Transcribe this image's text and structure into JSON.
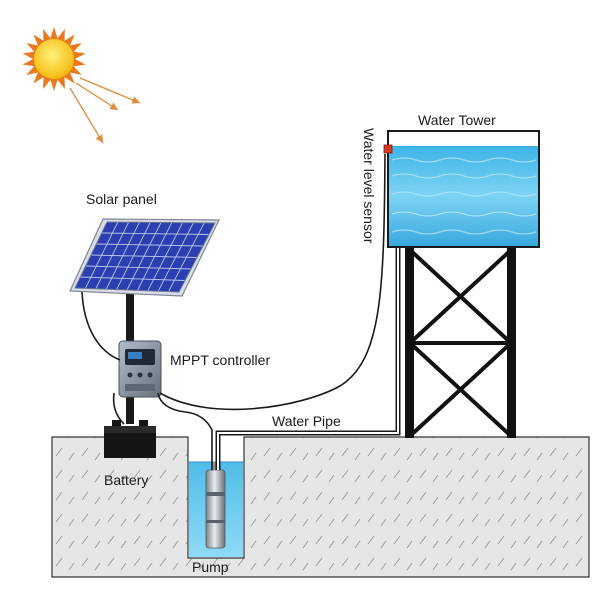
{
  "labels": {
    "solar_panel": "Solar panel",
    "mppt_controller": "MPPT controller",
    "battery": "Battery",
    "water_pipe": "Water Pipe",
    "water_tower": "Water Tower",
    "water_level_sensor": "Water level sensor",
    "pump": "Pump"
  },
  "colors": {
    "sun": "#f7c21a",
    "sun_rays": "#e97a1d",
    "sunlight_arrows": "#e08a3c",
    "panel_cells": "#2c3fb0",
    "water": "#5cc6ee",
    "ground": "#e6e6e6",
    "controller": "#8a97a8",
    "battery": "#1b1b1b",
    "sensor": "#d93a26"
  },
  "icons": {
    "sun": "sun-icon",
    "solar_panel": "solar-panel-icon",
    "controller": "controller-box-icon",
    "battery": "battery-icon",
    "pump": "submersible-pump-icon",
    "sensor": "level-sensor-icon"
  }
}
